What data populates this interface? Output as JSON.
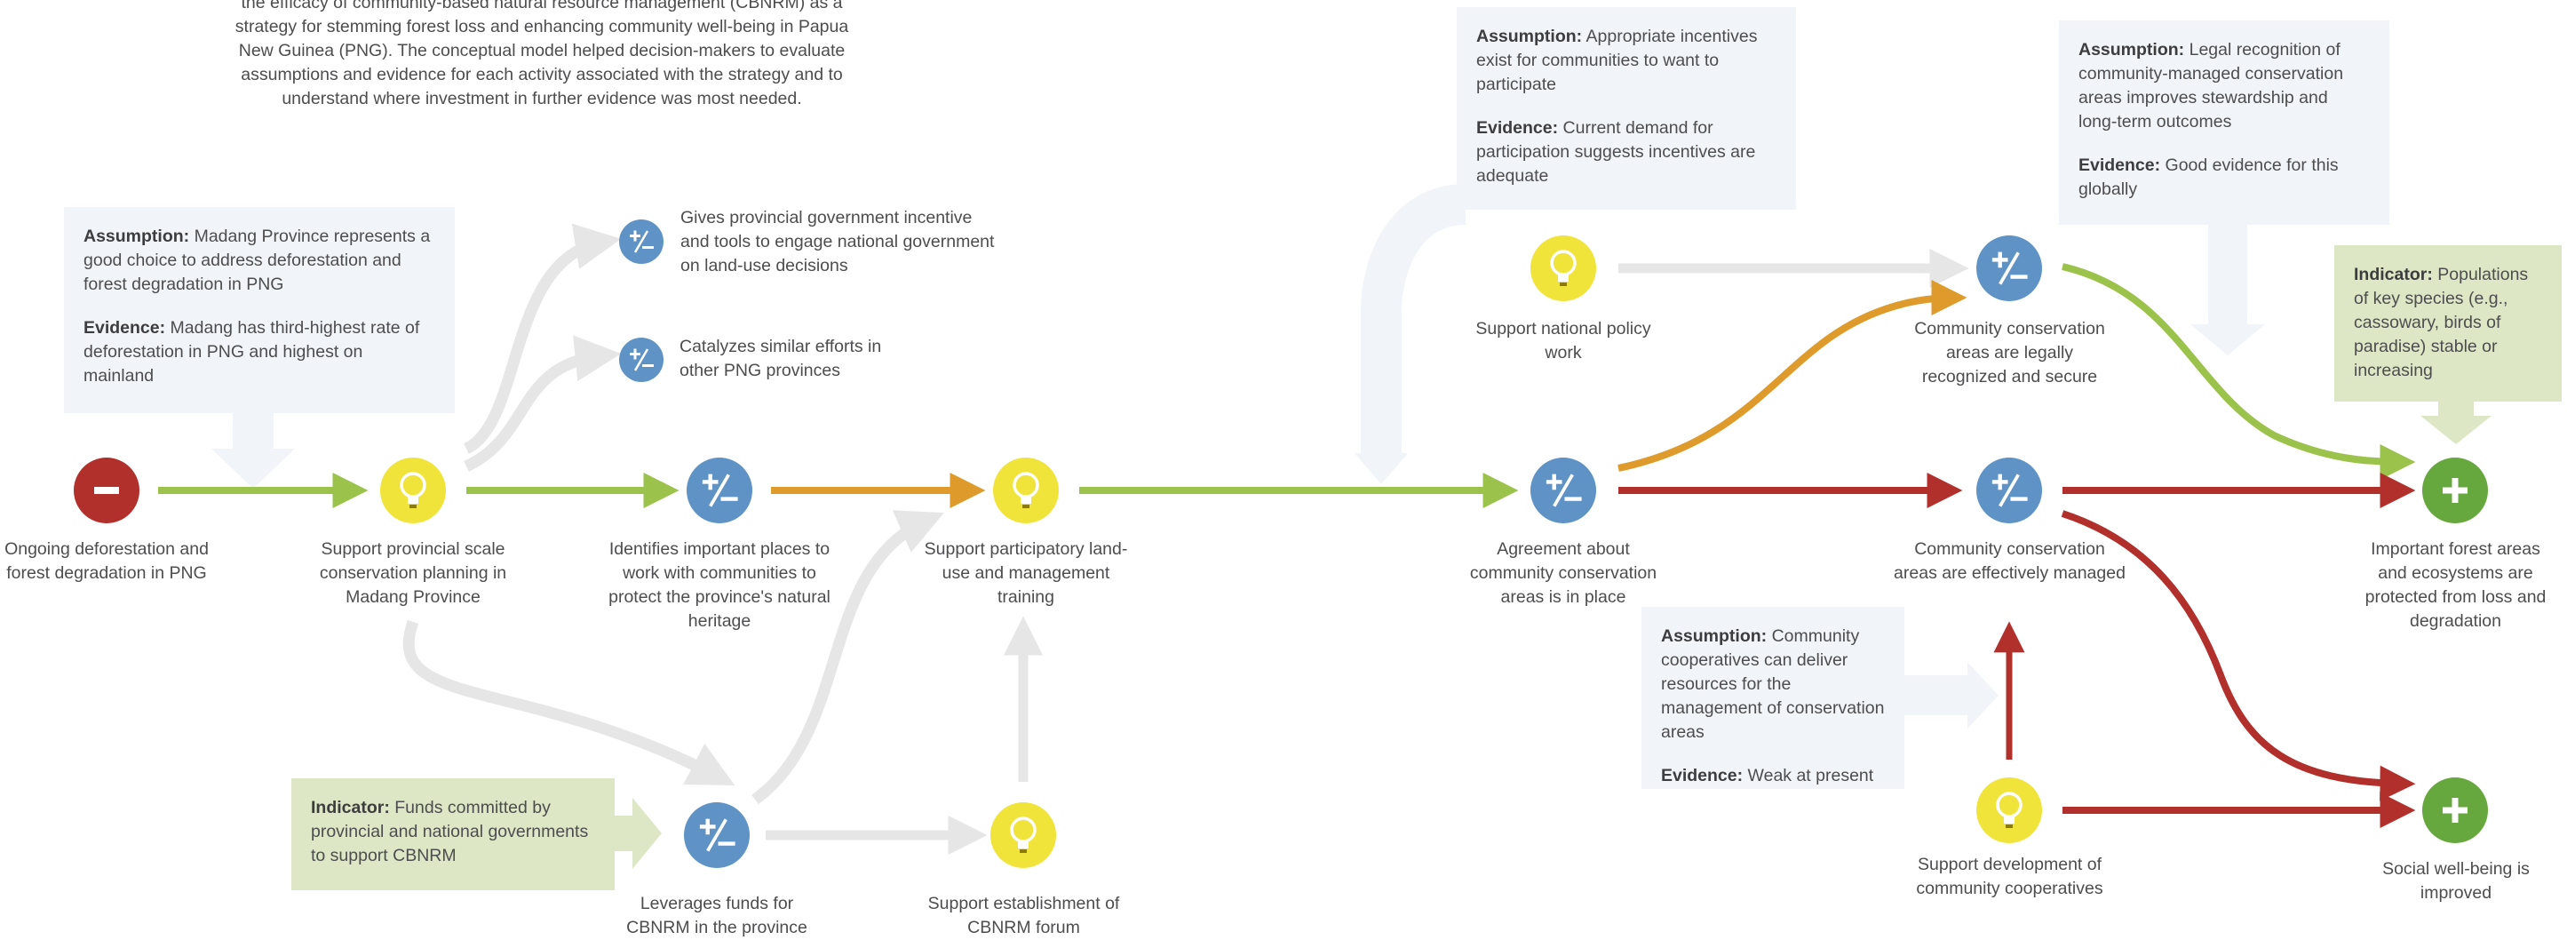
{
  "intro": [
    "the efficacy of community-based natural resource management (CBNRM) as a",
    "strategy for stemming forest loss and enhancing community well-being in Papua",
    "New Guinea (PNG). The conceptual model helped decision-makers to evaluate",
    "assumptions and evidence for each activity associated with the strategy and to",
    "understand where investment in further evidence was most needed."
  ],
  "boxes": {
    "madang": {
      "a_key": "Assumption:",
      "a_text": "Madang Province represents a good choice to address deforestation and forest degradation in PNG",
      "e_key": "Evidence:",
      "e_text": "Madang has third-highest rate of deforestation in PNG and highest on mainland"
    },
    "incentives": {
      "a_key": "Assumption:",
      "a_text": "Appropriate incentives exist for communities to want to participate",
      "e_key": "Evidence:",
      "e_text": "Current demand for participation suggests incentives are adequate"
    },
    "legal": {
      "a_key": "Assumption:",
      "a_text": "Legal recognition of community-managed conservation areas improves stewardship and long-term outcomes",
      "e_key": "Evidence:",
      "e_text": "Good evidence for this globally"
    },
    "species": {
      "i_key": "Indicator:",
      "i_text": "Populations of key species (e.g., cassowary, birds of paradise) stable or increasing"
    },
    "cooperatives": {
      "a_key": "Assumption:",
      "a_text": "Community cooperatives can deliver resources for the management of conservation areas",
      "e_key": "Evidence:",
      "e_text": "Weak at present"
    },
    "funds": {
      "i_key": "Indicator:",
      "i_text": "Funds committed by provincial and national governments to support CBNRM"
    }
  },
  "labels": {
    "deforestation": "Ongoing deforestation and forest degradation in PNG",
    "provincial_planning": "Support provincial scale conservation planning in Madang Province",
    "incentive_tools": "Gives provincial government incentive and tools to engage national government on land-use decisions",
    "catalyzes": "Catalyzes similar efforts in other PNG provinces",
    "identifies_places": "Identifies important places to work with communities to protect the province's natural heritage",
    "participatory": "Support participatory land-use and management training",
    "leverages": "Leverages funds for CBNRM in the province",
    "forum": "Support establishment of CBNRM forum",
    "national_policy": "Support national policy work",
    "agreement": "Agreement about community conservation areas is in place",
    "legally_recognized": "Community conservation areas are legally recognized and secure",
    "effectively_managed": "Community conservation areas are effectively managed",
    "cooperatives": "Support development of community cooperatives",
    "forest_protected": "Important forest areas and ecosystems are protected from loss and degradation",
    "wellbeing": "Social well-being is improved"
  },
  "legend_icons": {
    "negative": "minus-icon",
    "strategy": "lightbulb-icon",
    "intermediate": "plus-minus-icon",
    "positive": "plus-icon"
  },
  "colors": {
    "green": "#9bc24a",
    "orange": "#de9a2a",
    "red": "#b1302c",
    "grey": "#e6e6e6",
    "box_blue": "#f1f4f8",
    "box_green": "#dde7c6",
    "node_red": "#b1302c",
    "node_yellow": "#f0e43a",
    "node_blue": "#5f93c5",
    "node_green": "#66a83e"
  }
}
